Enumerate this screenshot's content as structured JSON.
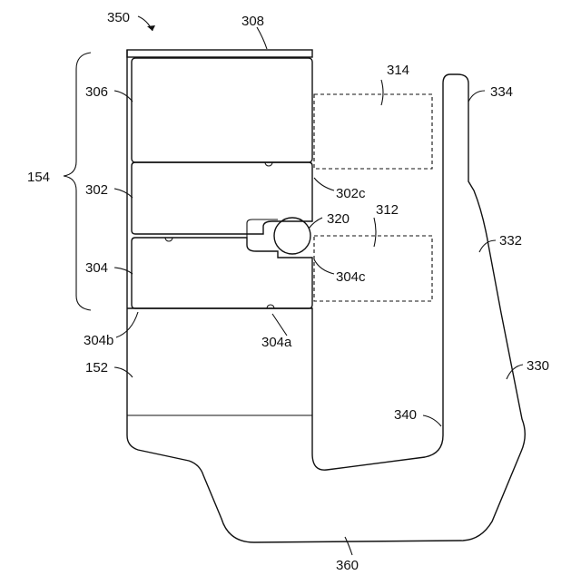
{
  "figure": {
    "labels": {
      "l350": "350",
      "l308": "308",
      "l314": "314",
      "l334": "334",
      "l306": "306",
      "l154": "154",
      "l302": "302",
      "l302c": "302c",
      "l320": "320",
      "l312": "312",
      "l332": "332",
      "l304": "304",
      "l304c": "304c",
      "l304b": "304b",
      "l304a": "304a",
      "l152": "152",
      "l330": "330",
      "l340": "340",
      "l360": "360"
    },
    "colors": {
      "line": "#111111",
      "background": "#ffffff",
      "dense_fill": "#555555"
    }
  }
}
